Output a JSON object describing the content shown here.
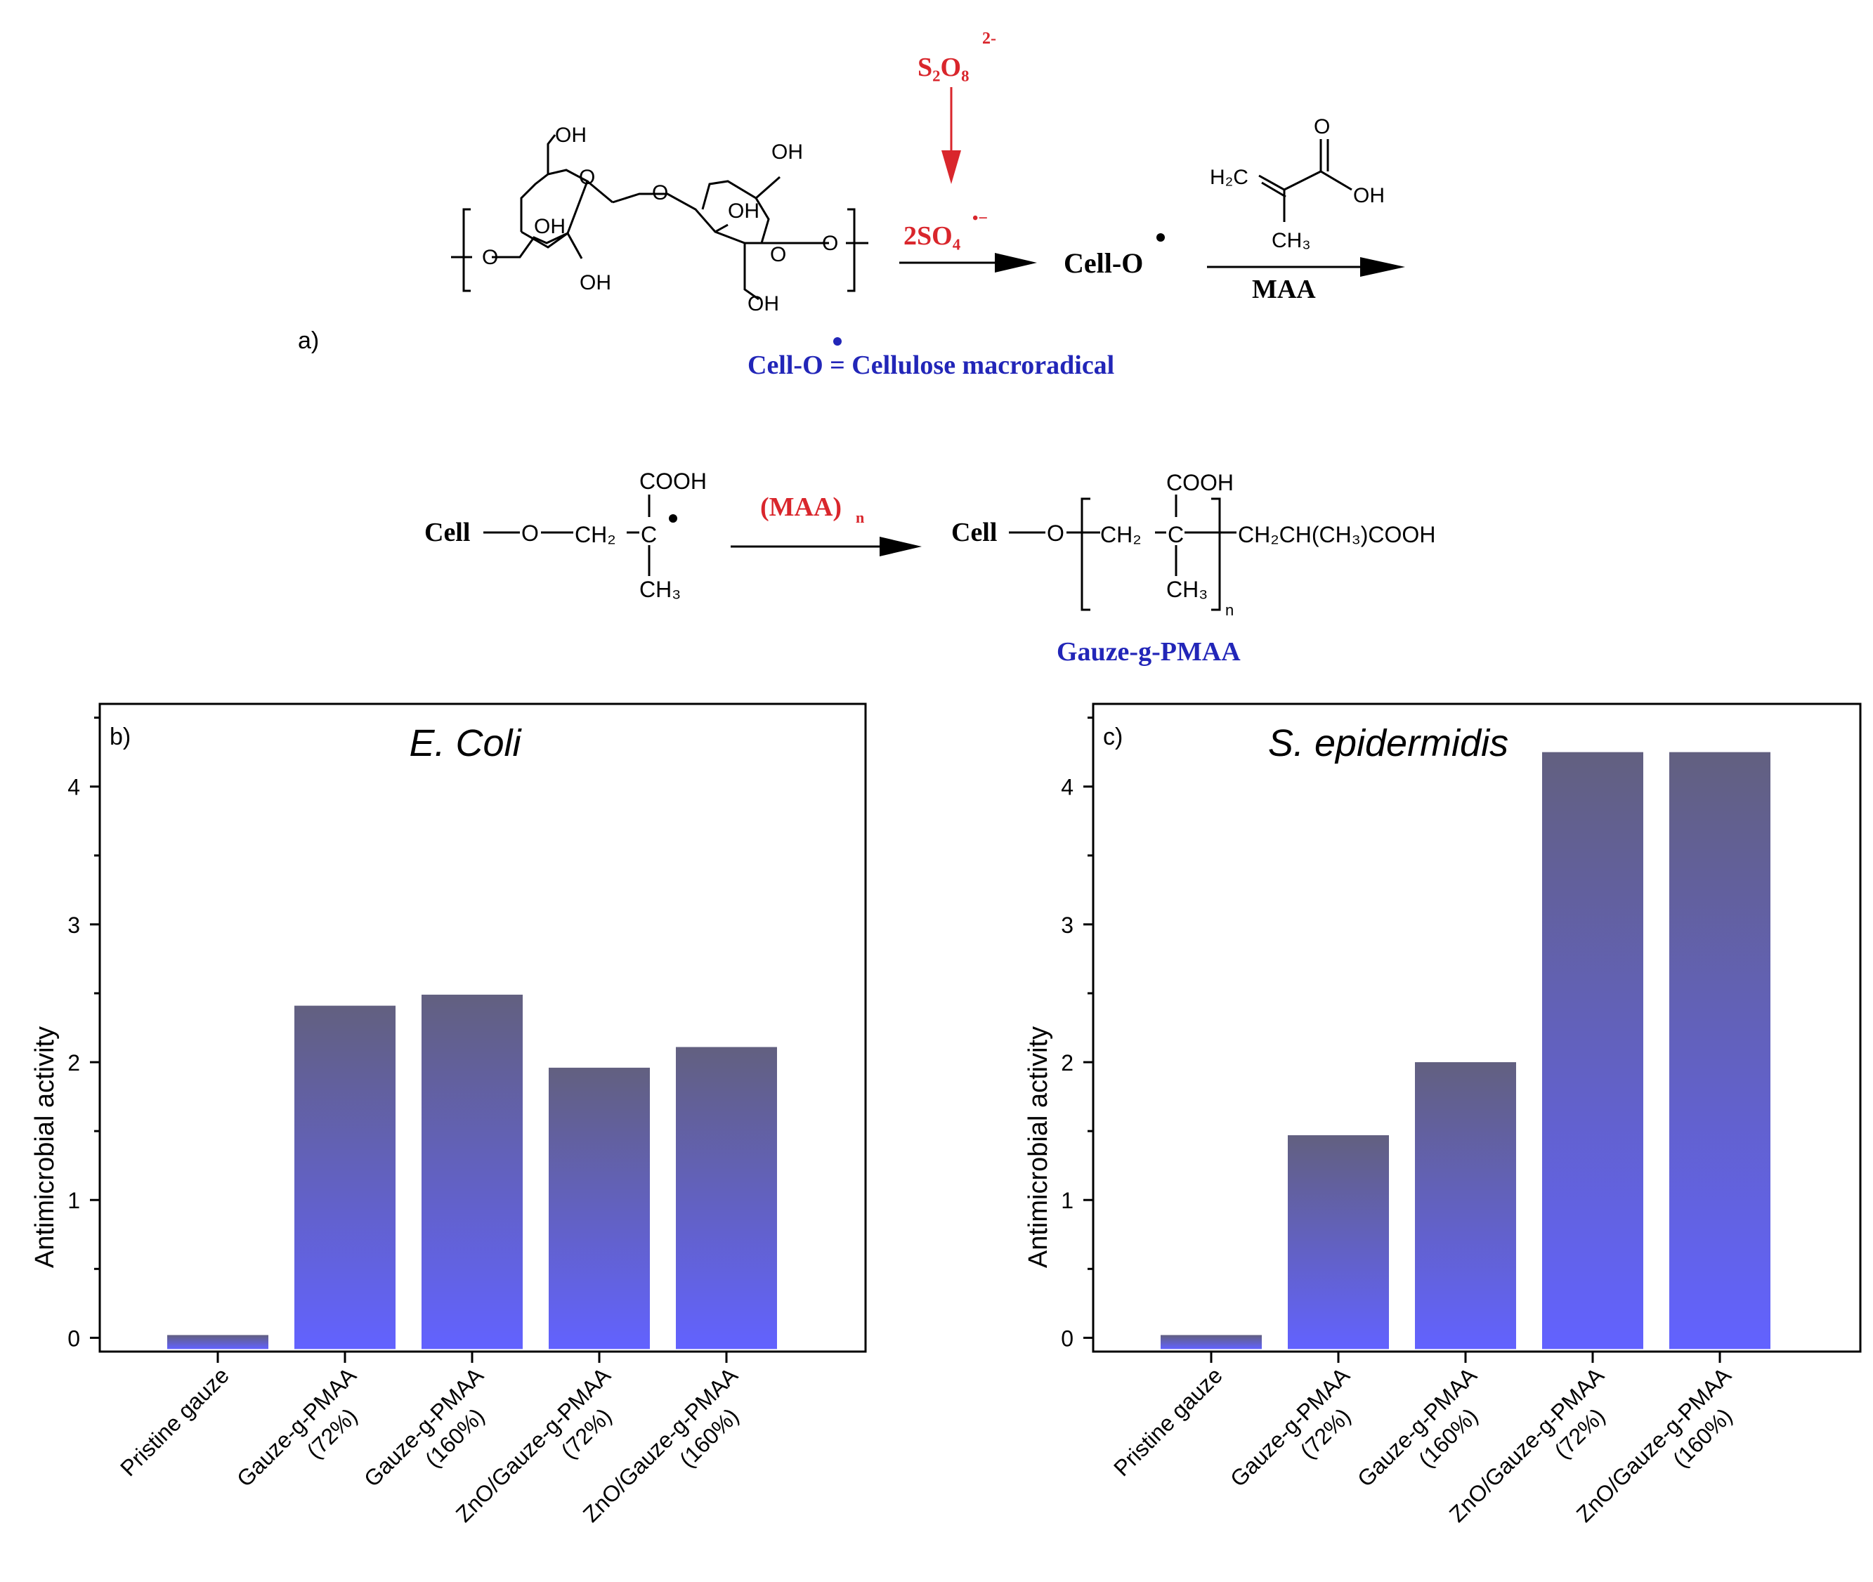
{
  "scheme": {
    "panel_label": "a)",
    "initiator": "S₂O₈",
    "initiator_charge": "2-",
    "radical_label": "2SO₄",
    "radical_charge": "•−",
    "product1": "Cell-O",
    "monomer_top": "O",
    "monomer_h2c": "H₂C",
    "monomer_oh": "OH",
    "monomer_ch3": "CH₃",
    "monomer_label": "MAA",
    "definition": "Cell-O = Cellulose macroradical",
    "cellulose_oh1": "OH",
    "cellulose_oh2": "OH",
    "cellulose_oh3": "OH",
    "cellulose_oh4": "OH",
    "cellulose_oh5": "OH",
    "cellulose_oh6": "OH",
    "ring_o": "O",
    "link_o": "O",
    "end_o": "O",
    "propagation_label": "(MAA)",
    "propagation_sub": "n",
    "intermediate_cell": "Cell",
    "intermediate_o": "O",
    "intermediate_ch2": "CH₂",
    "intermediate_c": "C",
    "intermediate_cooh": "COOH",
    "intermediate_ch3": "CH₃",
    "final_cell": "Cell",
    "final_o": "O",
    "final_ch2": "CH₂",
    "final_c": "C",
    "final_cooh": "COOH",
    "final_ch3": "CH₃",
    "final_end": "CH₂CH(CH₃)COOH",
    "final_n": "n",
    "final_label": "Gauze-g-PMAA"
  },
  "colors": {
    "red": "#d9262c",
    "blue": "#2226b8",
    "bar_top": "#626080",
    "bar_bottom": "#6262ff"
  },
  "chart_data": [
    {
      "type": "bar",
      "panel_label": "b)",
      "title": "E. Coli",
      "ylabel": "Antimicrobial activity",
      "ylim": [
        -0.1,
        4.6
      ],
      "yticks": [
        "0",
        "1",
        "2",
        "3",
        "4"
      ],
      "categories": [
        [
          "Pristine gauze"
        ],
        [
          "Gauze-g-PMAA",
          "(72%)"
        ],
        [
          "Gauze-g-PMAA",
          "(160%)"
        ],
        [
          "ZnO/Gauze-g-PMAA",
          "(72%)"
        ],
        [
          "ZnO/Gauze-g-PMAA",
          "(160%)"
        ]
      ],
      "values": [
        0.0,
        2.41,
        2.49,
        1.96,
        2.11
      ]
    },
    {
      "type": "bar",
      "panel_label": "c)",
      "title": "S. epidermidis",
      "ylabel": "Antimicrobial activity",
      "ylim": [
        -0.1,
        4.6
      ],
      "yticks": [
        "0",
        "1",
        "2",
        "3",
        "4"
      ],
      "categories": [
        [
          "Pristine gauze"
        ],
        [
          "Gauze-g-PMAA",
          "(72%)"
        ],
        [
          "Gauze-g-PMAA",
          "(160%)"
        ],
        [
          "ZnO/Gauze-g-PMAA",
          "(72%)"
        ],
        [
          "ZnO/Gauze-g-PMAA",
          "(160%)"
        ]
      ],
      "values": [
        0.0,
        1.47,
        2.0,
        4.25,
        4.25
      ]
    }
  ]
}
